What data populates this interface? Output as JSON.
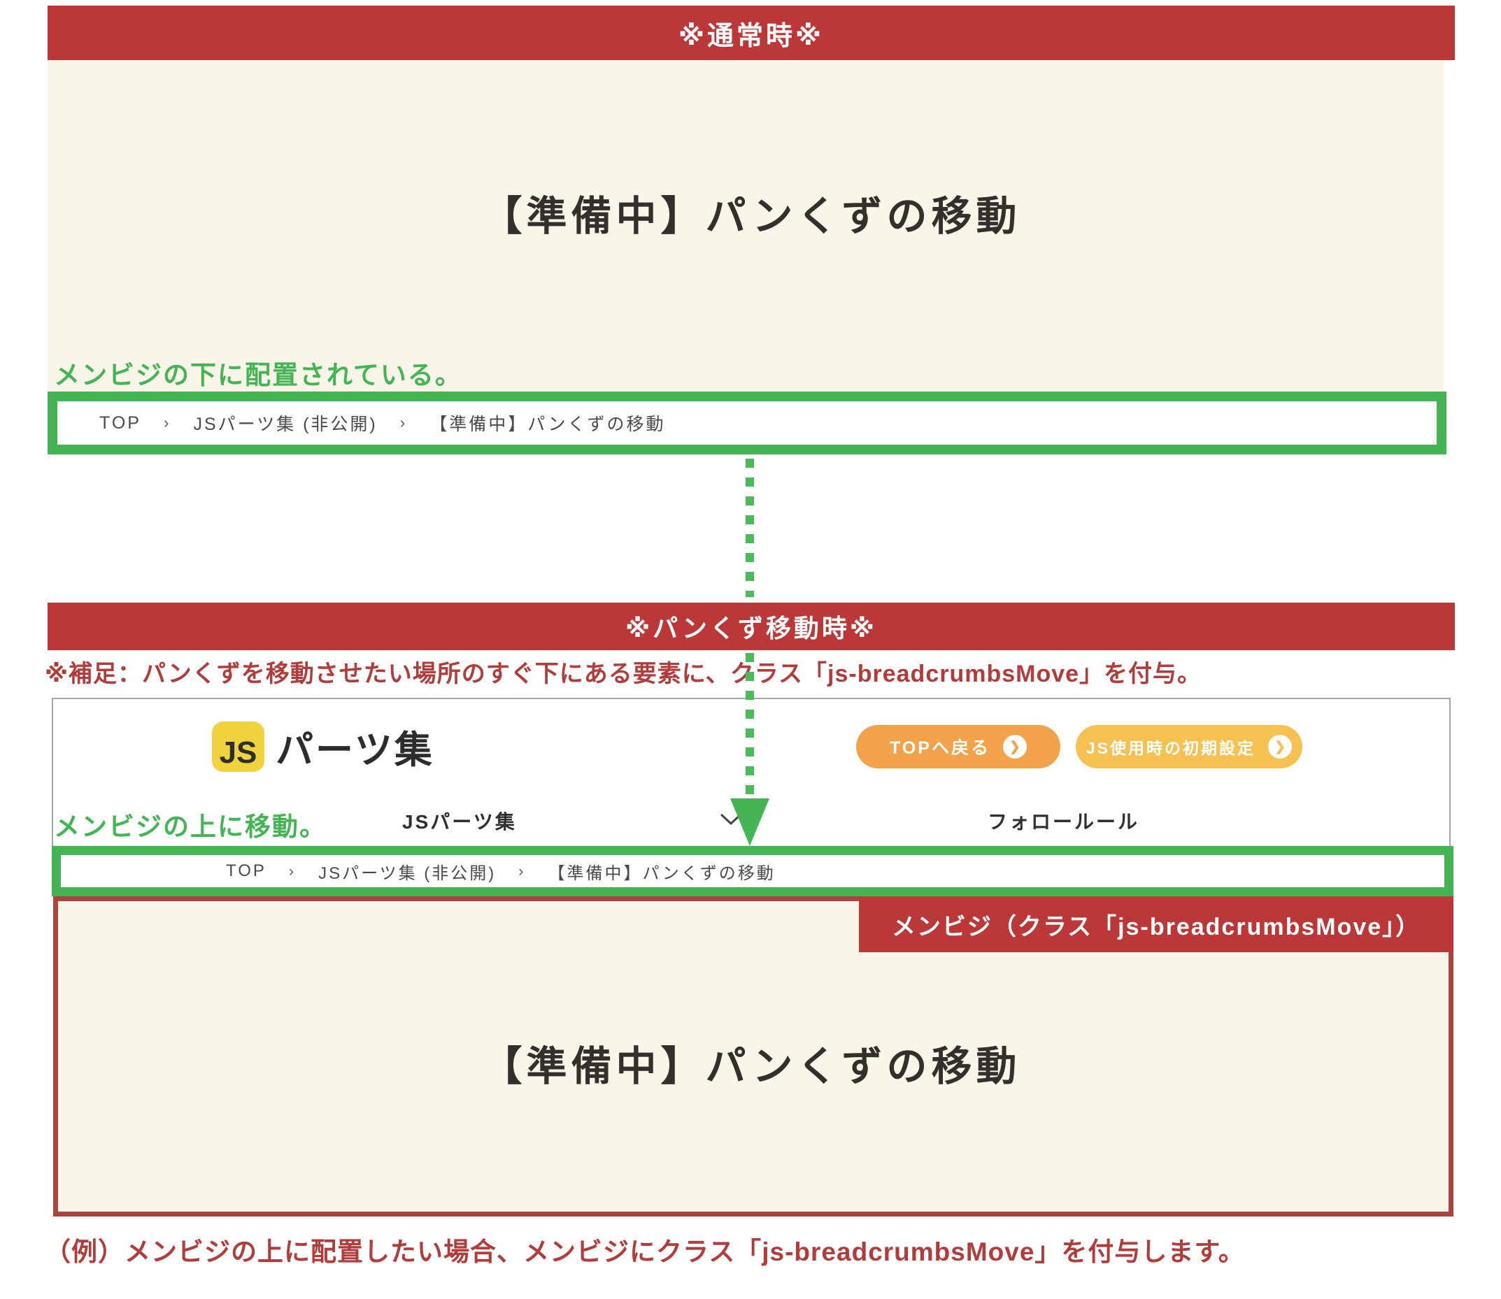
{
  "colors": {
    "banner_red": "#bc3737",
    "box_border_red": "#ad4242",
    "note_red": "#b13c3c",
    "annotation_green": "#44b454",
    "cream_background": "#f9f5e9",
    "logo_yellow": "#f0d23e",
    "button_orange": "#f2a24b",
    "button_light_orange": "#f6c153"
  },
  "normal_section": {
    "banner_label": "※通常時※",
    "page_heading": "【準備中】パンくずの移動",
    "annotation": "メンビジの下に配置されている。",
    "breadcrumb": {
      "separator": "›",
      "items": [
        "TOP",
        "JSパーツ集 (非公開)",
        "【準備中】パンくずの移動"
      ]
    }
  },
  "moved_section": {
    "banner_label": "※パンくず移動時※",
    "supplement_note": "※補足：パンくずを移動させたい場所のすぐ下にある要素に、クラス「js-breadcrumbsMove」を付与。",
    "annotation": "メンビジの上に移動。",
    "site_header": {
      "logo_badge": "JS",
      "logo_text": "パーツ集",
      "buttons": [
        {
          "label": "TOPへ戻る",
          "icon": "❯"
        },
        {
          "label": "JS使用時の初期設定",
          "icon": "❯"
        }
      ],
      "nav_items": [
        {
          "label": "JSパーツ集"
        },
        {
          "label": "フォロールール"
        }
      ]
    },
    "breadcrumb": {
      "separator": "›",
      "items": [
        "TOP",
        "JSパーツ集 (非公開)",
        "【準備中】パンくずの移動"
      ]
    },
    "mainvisual_label": "メンビジ（クラス「js-breadcrumbsMove」）",
    "page_heading": "【準備中】パンくずの移動",
    "example_note": "（例）メンビジの上に配置したい場合、メンビジにクラス「js-breadcrumbsMove」を付与します。"
  }
}
